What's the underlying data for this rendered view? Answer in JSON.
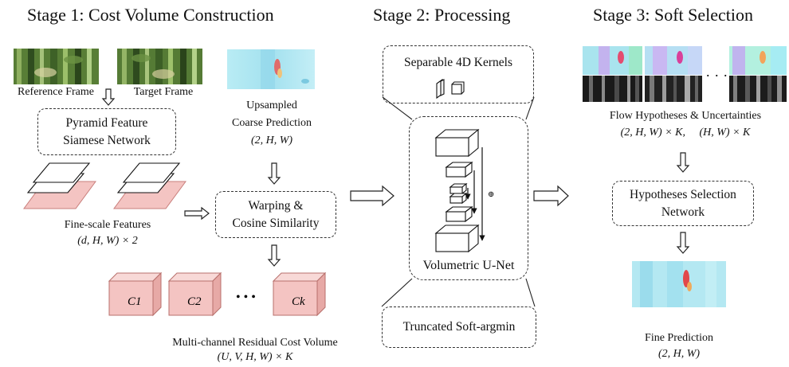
{
  "stage1": {
    "title": "Stage 1: Cost Volume Construction",
    "reference_frame": "Reference Frame",
    "target_frame": "Target Frame",
    "pyramid_line1": "Pyramid Feature",
    "pyramid_line2": "Siamese Network",
    "upsampled_line1": "Upsampled",
    "upsampled_line2": "Coarse Prediction",
    "upsampled_dims": "(2, H, W)",
    "warping_line1": "Warping &",
    "warping_line2": "Cosine Similarity",
    "fine_features": "Fine-scale Features",
    "fine_features_dims": "(d, H, W) × 2",
    "cost_cubes": [
      "C1",
      "C2",
      "Ck"
    ],
    "ellipsis": "• • •",
    "cost_volume_label": "Multi-channel Residual Cost Volume",
    "cost_volume_dims": "(U, V, H, W) × K"
  },
  "stage2": {
    "title": "Stage 2: Processing",
    "kernels": "Separable 4D Kernels",
    "unet": "Volumetric U-Net",
    "plus_symbol": "⊕",
    "softargmin": "Truncated Soft-argmin"
  },
  "stage3": {
    "title": "Stage 3: Soft Selection",
    "ellipsis": ". . .",
    "hypotheses_label": "Flow Hypotheses & Uncertainties",
    "hypotheses_dims": "(2, H, W) × K,     (H, W) × K",
    "selection_line1": "Hypotheses Selection",
    "selection_line2": "Network",
    "fine_prediction": "Fine Prediction",
    "fine_prediction_dims": "(2, H, W)"
  },
  "colors": {
    "feature_pink": "#f4c4c2",
    "feature_pink_edge": "#c97f7c",
    "flow_cyan": "#a7e6f3",
    "forest_green": "#4f7a33"
  }
}
